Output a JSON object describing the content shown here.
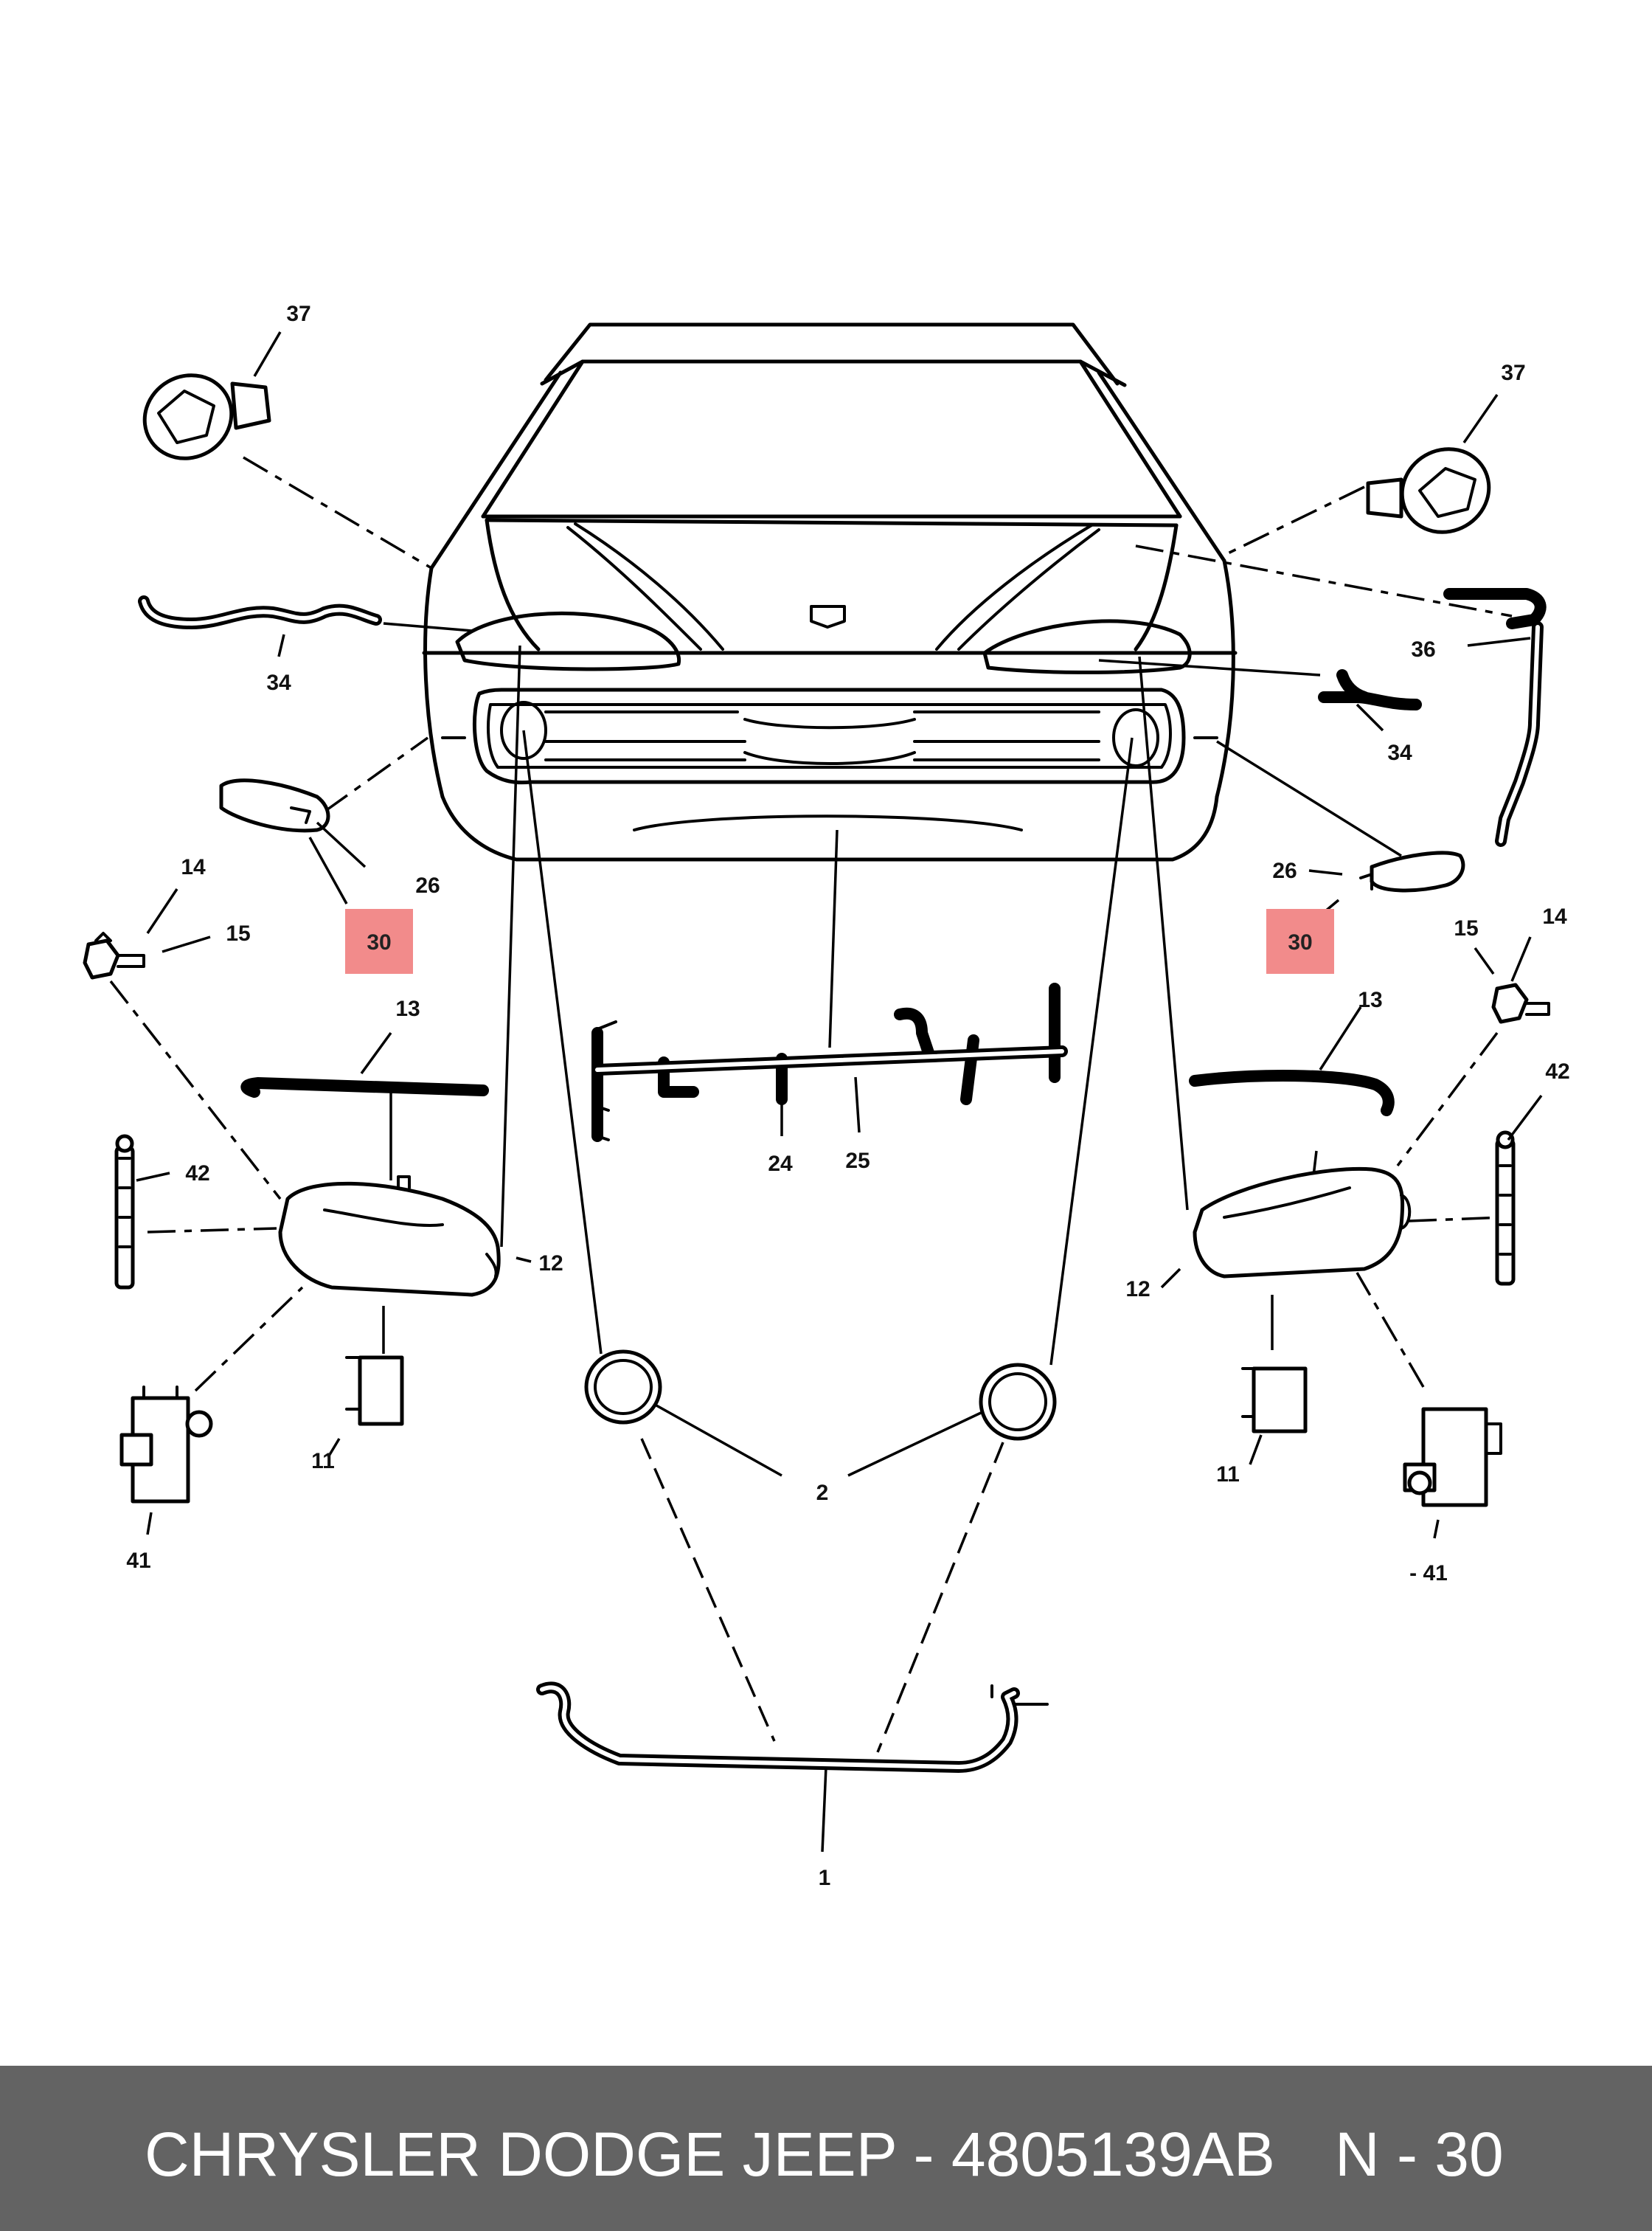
{
  "diagram": {
    "callouts": {
      "c1": "1",
      "c2": "2",
      "c11_left": "11",
      "c11_right": "11",
      "c12_left": "12",
      "c12_right": "12",
      "c13_left": "13",
      "c13_right": "13",
      "c14_left": "14",
      "c14_right": "14",
      "c15_left": "15",
      "c15_right": "15",
      "c24": "24",
      "c25": "25",
      "c26_left": "26",
      "c26_right": "26",
      "c34_left": "34",
      "c34_right": "34",
      "c36": "36",
      "c37_left": "37",
      "c37_right": "37",
      "c41_left": "41",
      "c41_right": "- 41",
      "c42_left": "42",
      "c42_right": "42"
    },
    "highlight": {
      "label_left": "30",
      "label_right": "30",
      "color": "#f28b8b"
    }
  },
  "footer": {
    "part_text": "CHRYSLER DODGE JEEP - 4805139AB",
    "page_ref": "N - 30",
    "background": "#636363"
  }
}
